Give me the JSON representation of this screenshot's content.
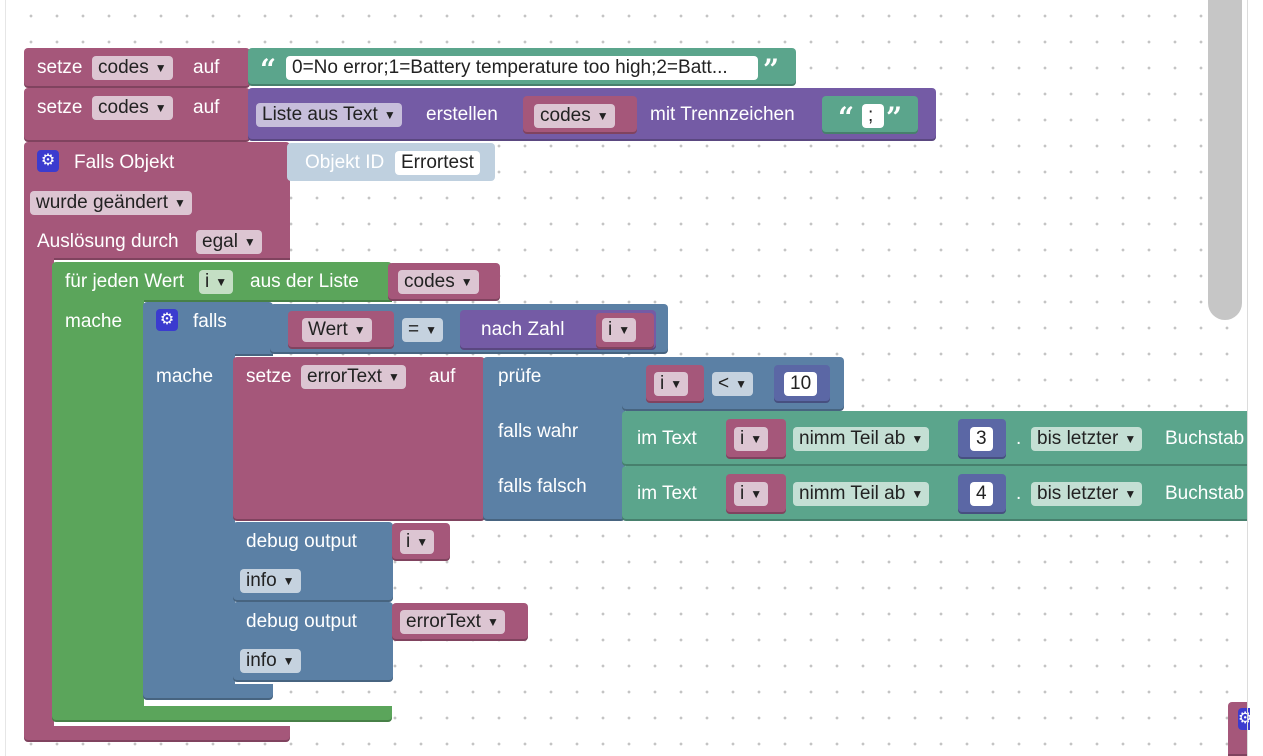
{
  "colors": {
    "variable": "#a5577a",
    "text": "#5ba58c",
    "list": "#745ba5",
    "logic": "#5b80a5",
    "loop": "#5ba55b",
    "event": "#a5577a",
    "objid": "#bfd0df"
  },
  "setze1": {
    "kw1": "setze",
    "var": "codes",
    "kw2": "auf",
    "text": "0=No error;1=Battery temperature too high;2=Batt..."
  },
  "setze2": {
    "kw1": "setze",
    "var": "codes",
    "kw2": "auf",
    "list_mode": "Liste aus Text",
    "kw3": "erstellen",
    "var2": "codes",
    "kw4": "mit Trennzeichen",
    "sep": ";"
  },
  "event": {
    "title": "Falls Objekt",
    "oid_label": "Objekt ID",
    "oid_value": "Errortest",
    "mode": "wurde geändert",
    "trigger_label": "Auslösung durch",
    "trigger_value": "egal"
  },
  "foreach": {
    "label1": "für jeden Wert",
    "var": "i",
    "label2": "aus der Liste",
    "list": "codes",
    "do": "mache"
  },
  "ifblock": {
    "label": "falls",
    "do": "mache",
    "lhs": "Wert",
    "op": "=",
    "fn": "nach Zahl",
    "arg": "i"
  },
  "setze3": {
    "kw1": "setze",
    "var": "errorText",
    "kw2": "auf"
  },
  "ternary": {
    "check": "prüfe",
    "if_true": "falls wahr",
    "if_false": "falls falsch",
    "cmp_lhs": "i",
    "cmp_op": "<",
    "cmp_rhs": "10"
  },
  "substr1": {
    "label": "im Text",
    "var": "i",
    "mode": "nimm Teil ab",
    "num": "3",
    "dot": ".",
    "mode2": "bis letzter",
    "end": "Buchstab"
  },
  "substr2": {
    "label": "im Text",
    "var": "i",
    "mode": "nimm Teil ab",
    "num": "4",
    "dot": ".",
    "mode2": "bis letzter",
    "end": "Buchstab"
  },
  "debug1": {
    "label": "debug output",
    "var": "i",
    "level": "info"
  },
  "debug2": {
    "label": "debug output",
    "var": "errorText",
    "level": "info"
  },
  "icons": {
    "gear": "gear-icon",
    "dropdown": "dropdown-arrow-icon",
    "quote_open": "“",
    "quote_close": "”"
  }
}
